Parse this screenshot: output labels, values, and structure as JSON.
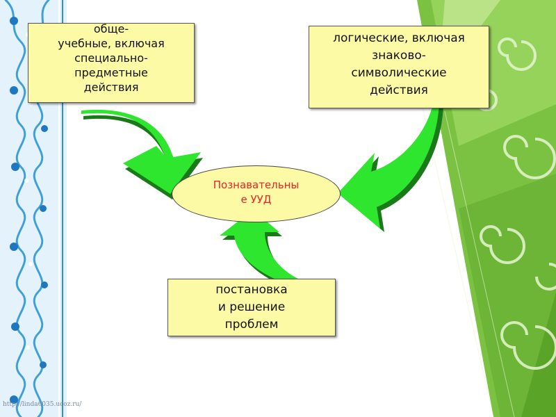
{
  "colors": {
    "box_fill": "#fdfaa5",
    "center_text": "#e8242a",
    "arrow_green": "#2ee62e",
    "arrow_dark": "#1a7a1a",
    "right_deco_green": "#7cc242",
    "left_border_blue": "#8ccbe8"
  },
  "center": {
    "line1": "Познавательны",
    "line2": "е УУД"
  },
  "box_general": {
    "line1": "обще-",
    "line2": "учебные, включая",
    "line3": "специально-",
    "line4": "предметные",
    "line5": "действия"
  },
  "box_logical": {
    "line1": "логические, включая",
    "line2": "знаково-",
    "line3": "символические",
    "line4": "действия"
  },
  "box_problem": {
    "line1": "постановка",
    "line2": "и решение",
    "line3": "проблем"
  },
  "watermark": "http://linda6035.ucoz.ru/"
}
